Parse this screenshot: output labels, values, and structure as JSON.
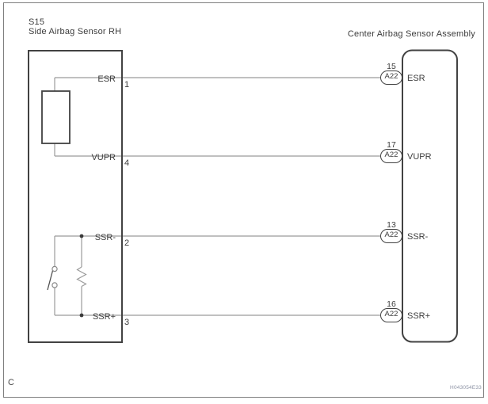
{
  "diagram": {
    "left_component": {
      "code": "S15",
      "name": "Side Airbag Sensor RH"
    },
    "right_component": {
      "name": "Center Airbag Sensor Assembly"
    },
    "rows": [
      {
        "signal": "ESR",
        "left_pin": "1",
        "right_connector": "A22",
        "right_pin": "15"
      },
      {
        "signal": "VUPR",
        "left_pin": "4",
        "right_connector": "A22",
        "right_pin": "17"
      },
      {
        "signal": "SSR-",
        "left_pin": "2",
        "right_connector": "A22",
        "right_pin": "13"
      },
      {
        "signal": "SSR+",
        "left_pin": "3",
        "right_connector": "A22",
        "right_pin": "16"
      }
    ],
    "symbols": [
      "squib",
      "switch",
      "resistor"
    ],
    "footer": {
      "page_label": "C",
      "figure_id": "H043054E33"
    },
    "colors": {
      "box_stroke": "#424242",
      "wire": "#9b9b9b",
      "text": "#3d3d3d",
      "figure_id_text": "#8a90a2"
    }
  }
}
